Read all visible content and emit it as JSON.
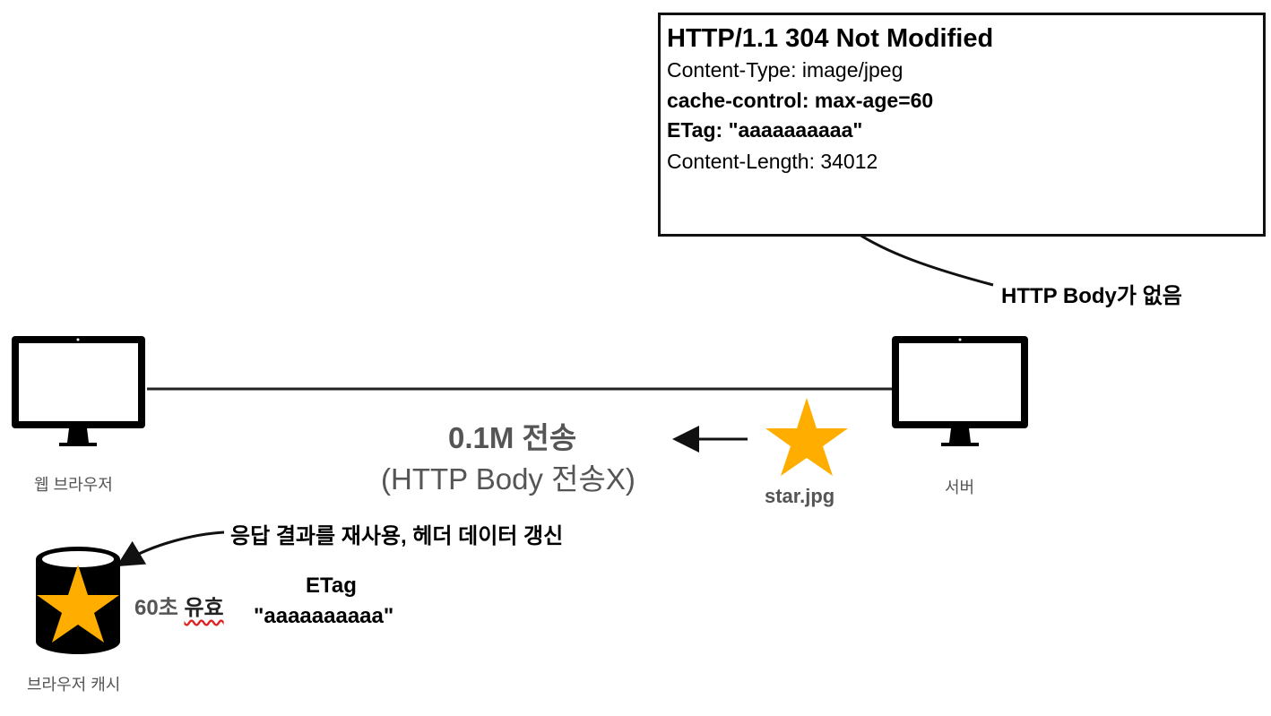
{
  "response": {
    "status_line": "HTTP/1.1 304 Not Modified",
    "headers": [
      "Content-Type: image/jpeg",
      "cache-control: max-age=60",
      "ETag: \"aaaaaaaaaa\"",
      "Content-Length: 34012"
    ]
  },
  "annotations": {
    "no_body": "HTTP Body가 없음",
    "reuse": "응답 결과를 재사용, 헤더 데이터 갱신"
  },
  "nodes": {
    "browser_label": "웹 브라우저",
    "server_label": "서버",
    "cache_label": "브라우저 캐시"
  },
  "transfer": {
    "size": "0.1M 전송",
    "detail": "(HTTP Body 전송X)"
  },
  "resource": {
    "filename": "star.jpg"
  },
  "cache": {
    "validity_prefix": "60초 ",
    "validity_word": "유효",
    "etag_title": "ETag",
    "etag_value": "\"aaaaaaaaaa\""
  },
  "colors": {
    "star": "#FFAE00",
    "line": "#222222",
    "underline": "#E02020"
  },
  "icons": [
    "monitor-icon",
    "star-icon",
    "database-icon",
    "arrow-icon"
  ]
}
